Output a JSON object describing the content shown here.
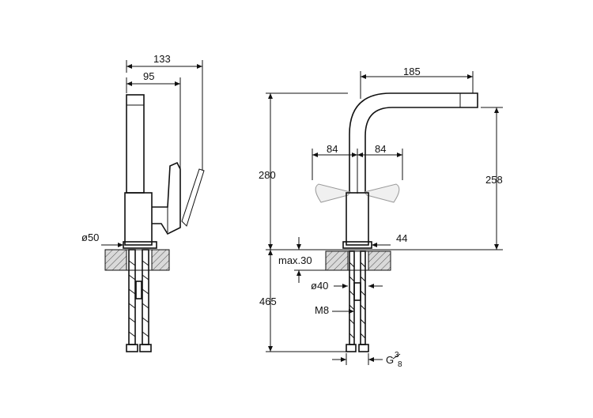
{
  "side_view": {
    "dim_width_overall": "133",
    "dim_width_lever": "95",
    "dim_base_diameter": "ø50"
  },
  "front_view": {
    "dim_reach": "185",
    "dim_lever_left": "84",
    "dim_lever_right": "84",
    "dim_height_total": "280",
    "dim_height_spout": "258",
    "dim_body": "44",
    "dim_max_thickness": "max.30",
    "dim_hole": "ø40",
    "dim_thread": "M8",
    "dim_hose_length": "465",
    "dim_connection": "G3/8",
    "dim_connection_prefix": "G",
    "dim_connection_num": "3",
    "dim_connection_den": "8"
  },
  "colors": {
    "line": "#111111",
    "lever_fill": "#f0f0f0",
    "background": "#ffffff"
  }
}
